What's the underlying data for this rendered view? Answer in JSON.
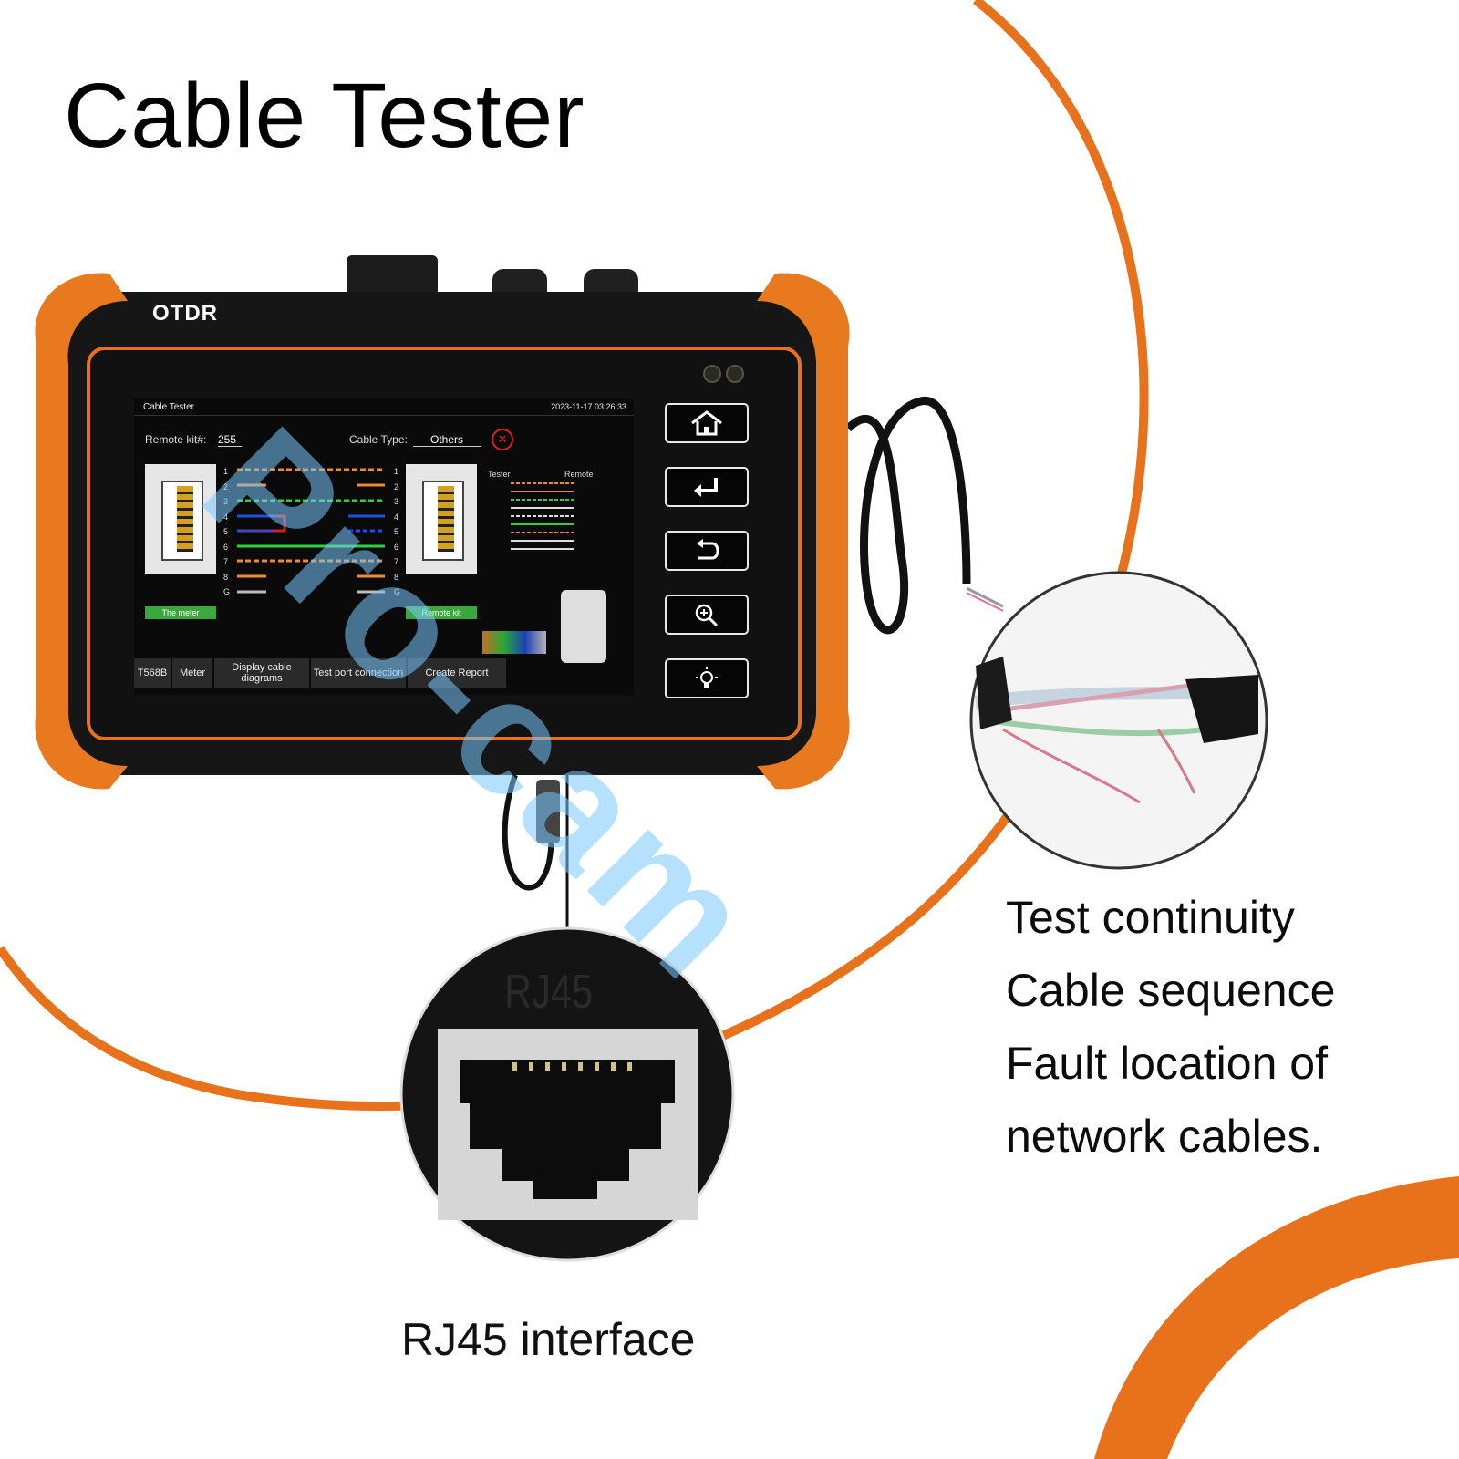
{
  "title": "Cable Tester",
  "device": {
    "brand_label": "OTDR",
    "screen": {
      "header_title": "Cable Tester",
      "datetime": "2023-11-17 03:26:33",
      "remote_kit_label": "Remote kit#:",
      "remote_kit_value": "255",
      "cable_type_label": "Cable Type:",
      "cable_type_value": "Others",
      "meter_button": "The meter",
      "remote_kit_button": "Remote kit",
      "tester_header": "Tester",
      "remote_header": "Remote",
      "pins": [
        "1",
        "2",
        "3",
        "4",
        "5",
        "6",
        "7",
        "8",
        "G"
      ],
      "bottom_buttons": [
        "T568B",
        "Meter",
        "Display cable diagrams",
        "Test port connection",
        "Create Report"
      ]
    },
    "side_buttons": [
      "home-icon",
      "enter-icon",
      "back-icon",
      "zoom-icon",
      "light-icon"
    ]
  },
  "features": [
    "Test continuity",
    "Cable sequence",
    "Fault location of",
    "network cables."
  ],
  "rj45": {
    "embossed": "RJ45",
    "caption": "RJ45 interface"
  },
  "watermark": "Pro-cam",
  "colors": {
    "accent": "#e8721c",
    "device_body": "#1a1a1a",
    "watermark": "#8fd0ff"
  }
}
